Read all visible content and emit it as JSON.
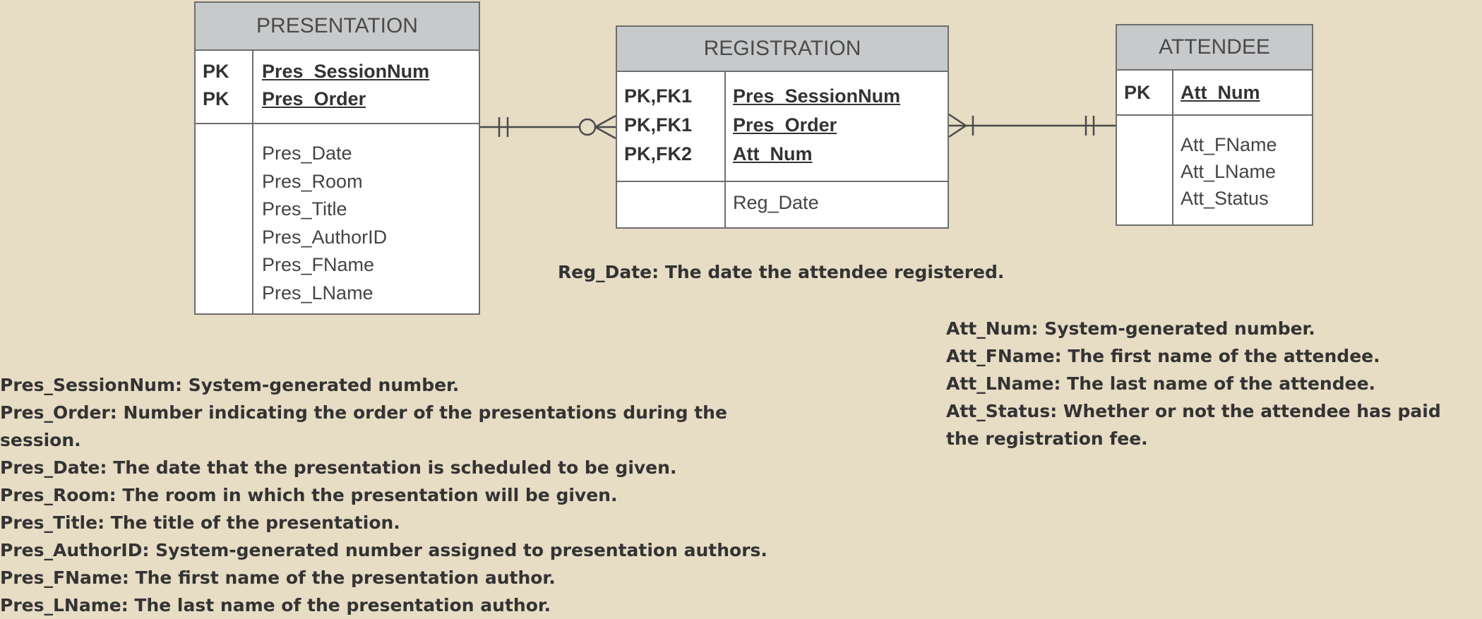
{
  "entities": {
    "presentation": {
      "title": "PRESENTATION",
      "key_types": [
        "PK",
        "PK"
      ],
      "key_names": [
        "Pres_SessionNum",
        "Pres_Order"
      ],
      "attributes": [
        "Pres_Date",
        "Pres_Room",
        "Pres_Title",
        "Pres_AuthorID",
        "Pres_FName",
        "Pres_LName"
      ]
    },
    "registration": {
      "title": "REGISTRATION",
      "key_types": [
        "PK,FK1",
        "PK,FK1",
        "PK,FK2"
      ],
      "key_names": [
        "Pres_SessionNum",
        "Pres_Order",
        "Att_Num"
      ],
      "attributes": [
        "Reg_Date"
      ]
    },
    "attendee": {
      "title": "ATTENDEE",
      "key_types": [
        "PK"
      ],
      "key_names": [
        "Att_Num"
      ],
      "attributes": [
        "Att_FName",
        "Att_LName",
        "Att_Status"
      ]
    }
  },
  "relationships": [
    {
      "from": "PRESENTATION",
      "to": "REGISTRATION",
      "from_end": "one-and-only-one",
      "to_end": "zero-or-many"
    },
    {
      "from": "ATTENDEE",
      "to": "REGISTRATION",
      "from_end": "one-and-only-one",
      "to_end": "one-or-many"
    }
  ],
  "notes": {
    "reg_date": "Reg_Date: The date the attendee registered.",
    "attendee": [
      "Att_Num:  System-generated number.",
      "Att_FName: The first name of the attendee.",
      "Att_LName: The last name of the attendee.",
      "Att_Status:  Whether or not the attendee has paid",
      "the registration fee."
    ],
    "presentation": [
      "Pres_SessionNum:  System-generated number.",
      "Pres_Order: Number indicating the order of the presentations  during the",
      "session.",
      "Pres_Date: The date that the presentation is scheduled to be given.",
      "Pres_Room: The room in which the presentation will be given.",
      "Pres_Title: The title of the presentation.",
      "Pres_AuthorID:  System-generated number assigned to presentation authors.",
      "Pres_FName: The first name of the presentation author.",
      "Pres_LName: The last name of the presentation author."
    ]
  },
  "colors": {
    "background": "#e7dcc4",
    "entity_header": "#c7c9cb",
    "border": "#6e6e6e",
    "line": "#4a4a4a"
  }
}
